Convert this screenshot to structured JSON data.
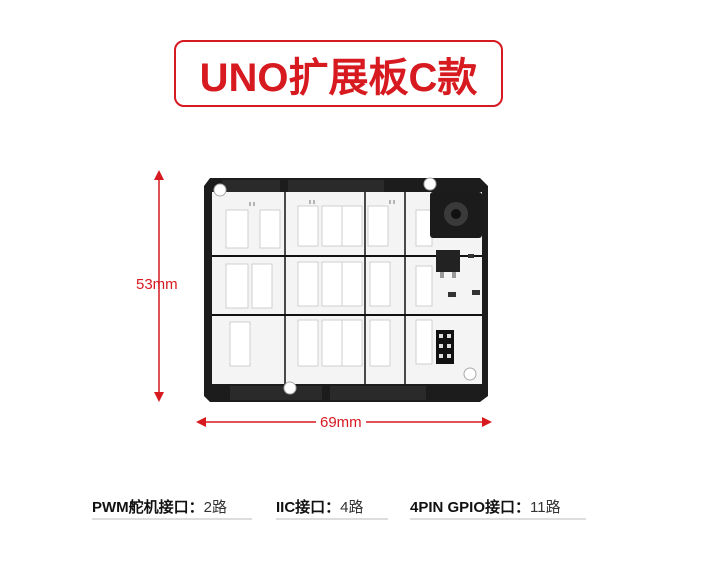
{
  "title": "UNO扩展板C款",
  "dimensions": {
    "height_label": "53mm",
    "width_label": "69mm"
  },
  "specs": [
    {
      "key": "PWM舵机接口：",
      "value": "2路"
    },
    {
      "key": "IIC接口：",
      "value": "4路"
    },
    {
      "key": "4PIN GPIO接口：",
      "value": "11路"
    }
  ],
  "colors": {
    "accent": "#d71920",
    "pcb": "#1a1a1a",
    "silk": "#f4f4f4"
  }
}
